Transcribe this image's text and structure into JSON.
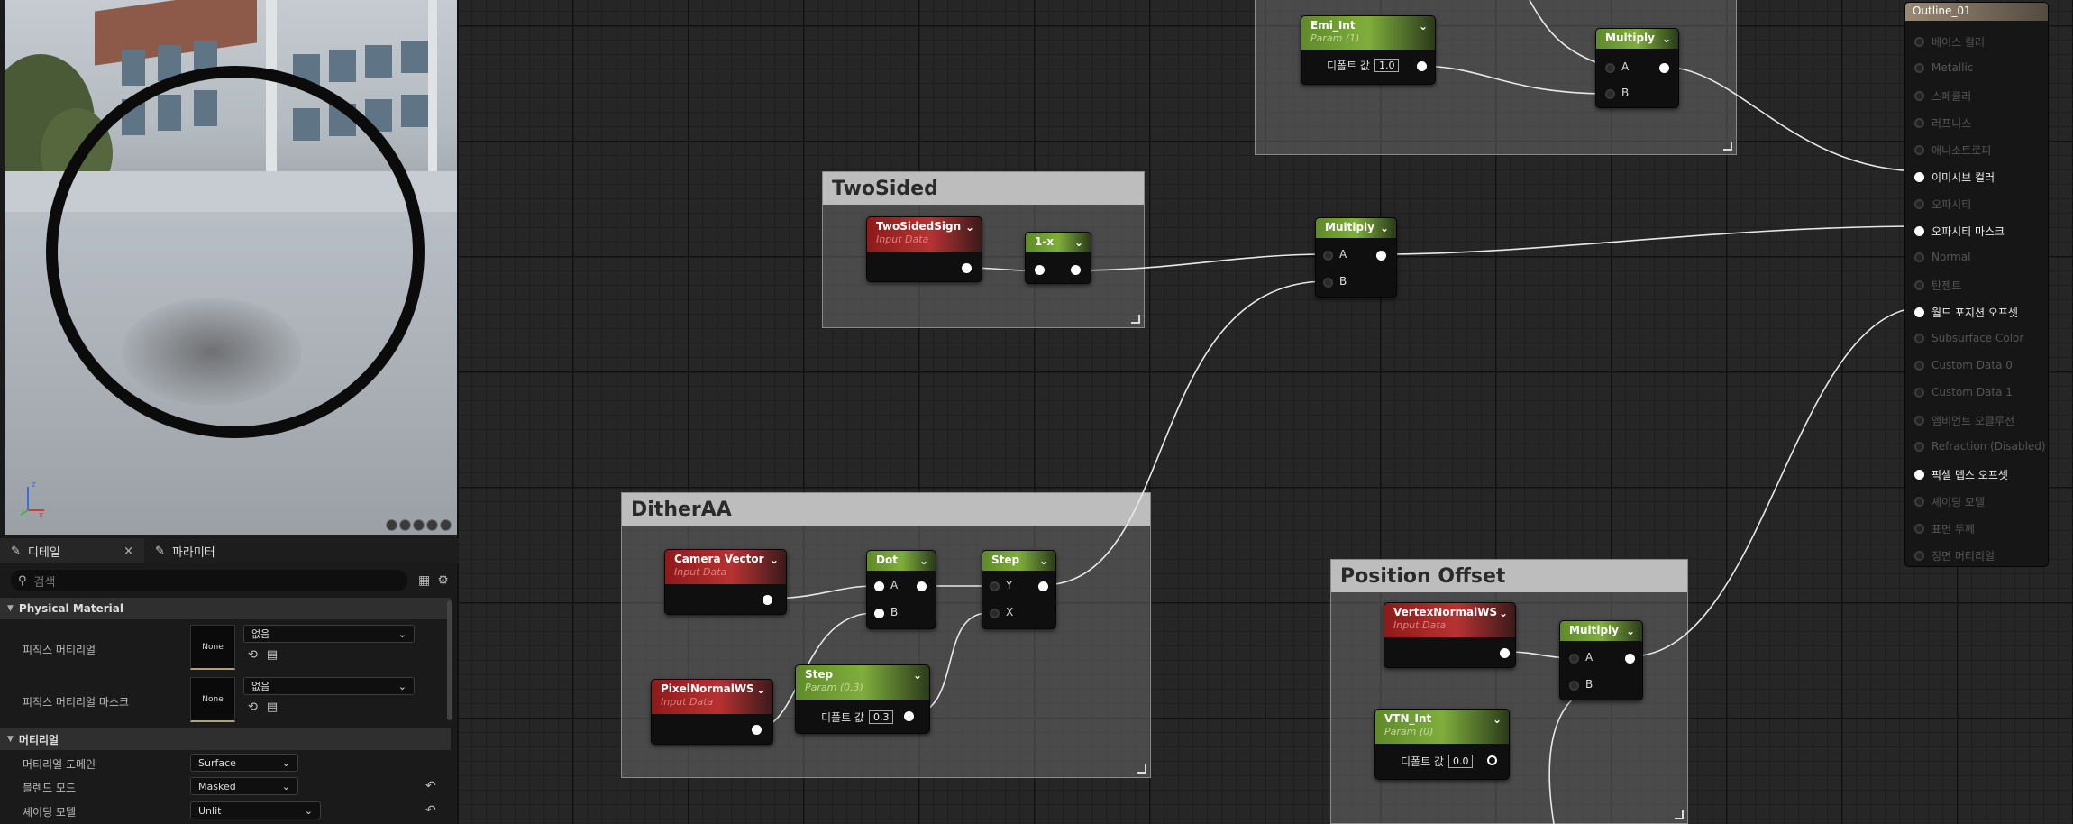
{
  "left_panel": {
    "tabs": [
      {
        "label": "디테일",
        "close": "×"
      },
      {
        "label": "파라미터"
      }
    ],
    "search_placeholder": "검색",
    "sections": {
      "physical": "Physical Material",
      "material": "머티리얼"
    },
    "props": {
      "phys_mat": {
        "label": "피직스 머티리얼",
        "thumb": "None",
        "value": "없음"
      },
      "phys_mask": {
        "label": "피직스 머티리얼 마스크",
        "thumb": "None",
        "value": "없음"
      },
      "domain": {
        "label": "머티리얼 도메인",
        "value": "Surface"
      },
      "blend": {
        "label": "블렌드 모드",
        "value": "Masked"
      },
      "shading": {
        "label": "셰이딩 모델",
        "value": "Unlit"
      }
    }
  },
  "graph": {
    "comments": {
      "twosided": "TwoSided",
      "dither": "DitherAA",
      "posoffset": "Position Offset"
    },
    "nodes": {
      "emi_int": {
        "title": "Emi_Int",
        "sub": "Param (1)",
        "label": "디폴트 값",
        "value": "1.0"
      },
      "multiply_top": {
        "title": "Multiply",
        "a": "A",
        "b": "B"
      },
      "twosidedsign": {
        "title": "TwoSidedSign",
        "sub": "Input Data"
      },
      "oneminus": {
        "title": "1-x"
      },
      "multiply_mid": {
        "title": "Multiply",
        "a": "A",
        "b": "B"
      },
      "camera_vector": {
        "title": "Camera Vector",
        "sub": "Input Data"
      },
      "dot": {
        "title": "Dot",
        "a": "A",
        "b": "B"
      },
      "step1": {
        "title": "Step",
        "y": "Y",
        "x": "X"
      },
      "pixelnormal": {
        "title": "PixelNormalWS",
        "sub": "Input Data"
      },
      "step2": {
        "title": "Step",
        "sub": "Param (0.3)",
        "label": "디폴트 값",
        "value": "0.3"
      },
      "vertexnormal": {
        "title": "VertexNormalWS",
        "sub": "Input Data"
      },
      "multiply_bot": {
        "title": "Multiply",
        "a": "A",
        "b": "B"
      },
      "vtn_int": {
        "title": "VTN_Int",
        "sub": "Param (0)",
        "label": "디폴트 값",
        "value": "0.0"
      }
    },
    "output": {
      "title": "Outline_01",
      "pins": [
        {
          "label": "베이스 컬러",
          "active": false
        },
        {
          "label": "Metallic",
          "active": false
        },
        {
          "label": "스페큘러",
          "active": false
        },
        {
          "label": "러프니스",
          "active": false
        },
        {
          "label": "애니소트로피",
          "active": false
        },
        {
          "label": "이미시브 컬러",
          "active": true
        },
        {
          "label": "오파시티",
          "active": false
        },
        {
          "label": "오파시티 마스크",
          "active": true
        },
        {
          "label": "Normal",
          "active": false
        },
        {
          "label": "탄젠트",
          "active": false
        },
        {
          "label": "월드 포지션 오프셋",
          "active": true
        },
        {
          "label": "Subsurface Color",
          "active": false
        },
        {
          "label": "Custom Data 0",
          "active": false
        },
        {
          "label": "Custom Data 1",
          "active": false
        },
        {
          "label": "앰비언트 오클루전",
          "active": false
        },
        {
          "label": "Refraction (Disabled)",
          "active": false
        },
        {
          "label": "픽셀 뎁스 오프셋",
          "active": true
        },
        {
          "label": "셰이딩 모델",
          "active": false
        },
        {
          "label": "표면 두께",
          "active": false
        },
        {
          "label": "정면 머티리얼",
          "active": false
        }
      ]
    }
  }
}
